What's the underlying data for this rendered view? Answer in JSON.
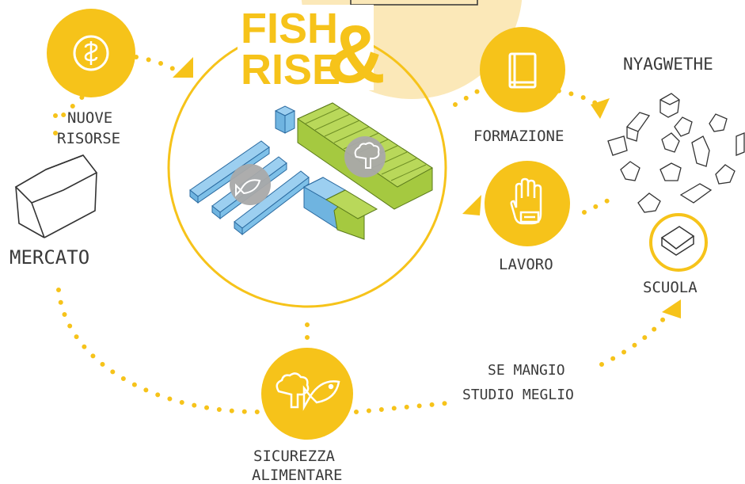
{
  "logo": {
    "line1": "FISH",
    "line2": "RISE",
    "ampersand": "&"
  },
  "labels": {
    "nuove_risorse_1": "NUOVE",
    "nuove_risorse_2": "RISORSE",
    "mercato": "MERCATO",
    "formazione": "FORMAZIONE",
    "lavoro": "LAVORO",
    "nyagwethe": "NYAGWETHE",
    "scuola": "SCUOLA",
    "se_mangio_1": "SE MANGIO",
    "se_mangio_2": "STUDIO MEGLIO",
    "sicurezza_1": "SICUREZZA",
    "sicurezza_2": "ALIMENTARE"
  },
  "icons": {
    "money": "coin-dollar-icon",
    "book": "book-icon",
    "glove": "work-glove-icon",
    "food": "broccoli-fish-icon",
    "fish_pond": "fish-icon",
    "greenhouse": "broccoli-icon"
  },
  "colors": {
    "accent": "#f6c31a",
    "halo": "#fbe8b8",
    "pond": "#9ccff0",
    "greenhouse": "#a5c940",
    "badge": "#a9a9a9",
    "ink": "#3a3a3a"
  }
}
